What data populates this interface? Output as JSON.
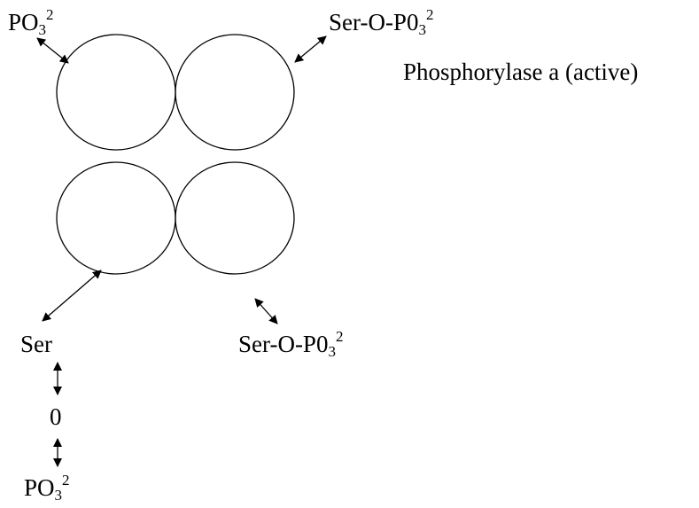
{
  "labels": {
    "top_left": {
      "main": "PO",
      "sub": "3",
      "sup": "2"
    },
    "top_right": {
      "main": "Ser-O-P0",
      "sub": "3",
      "sup": "2"
    },
    "title": "Phosphorylase a (active)",
    "mid_right": {
      "main": "Ser-O-P0",
      "sub": "3",
      "sup": "2"
    },
    "ser": "Ser",
    "zero": "0",
    "bottom": {
      "main": "PO",
      "sub": "3",
      "sup": "2"
    }
  },
  "colors": {
    "stroke": "#000000",
    "background": "#ffffff"
  }
}
